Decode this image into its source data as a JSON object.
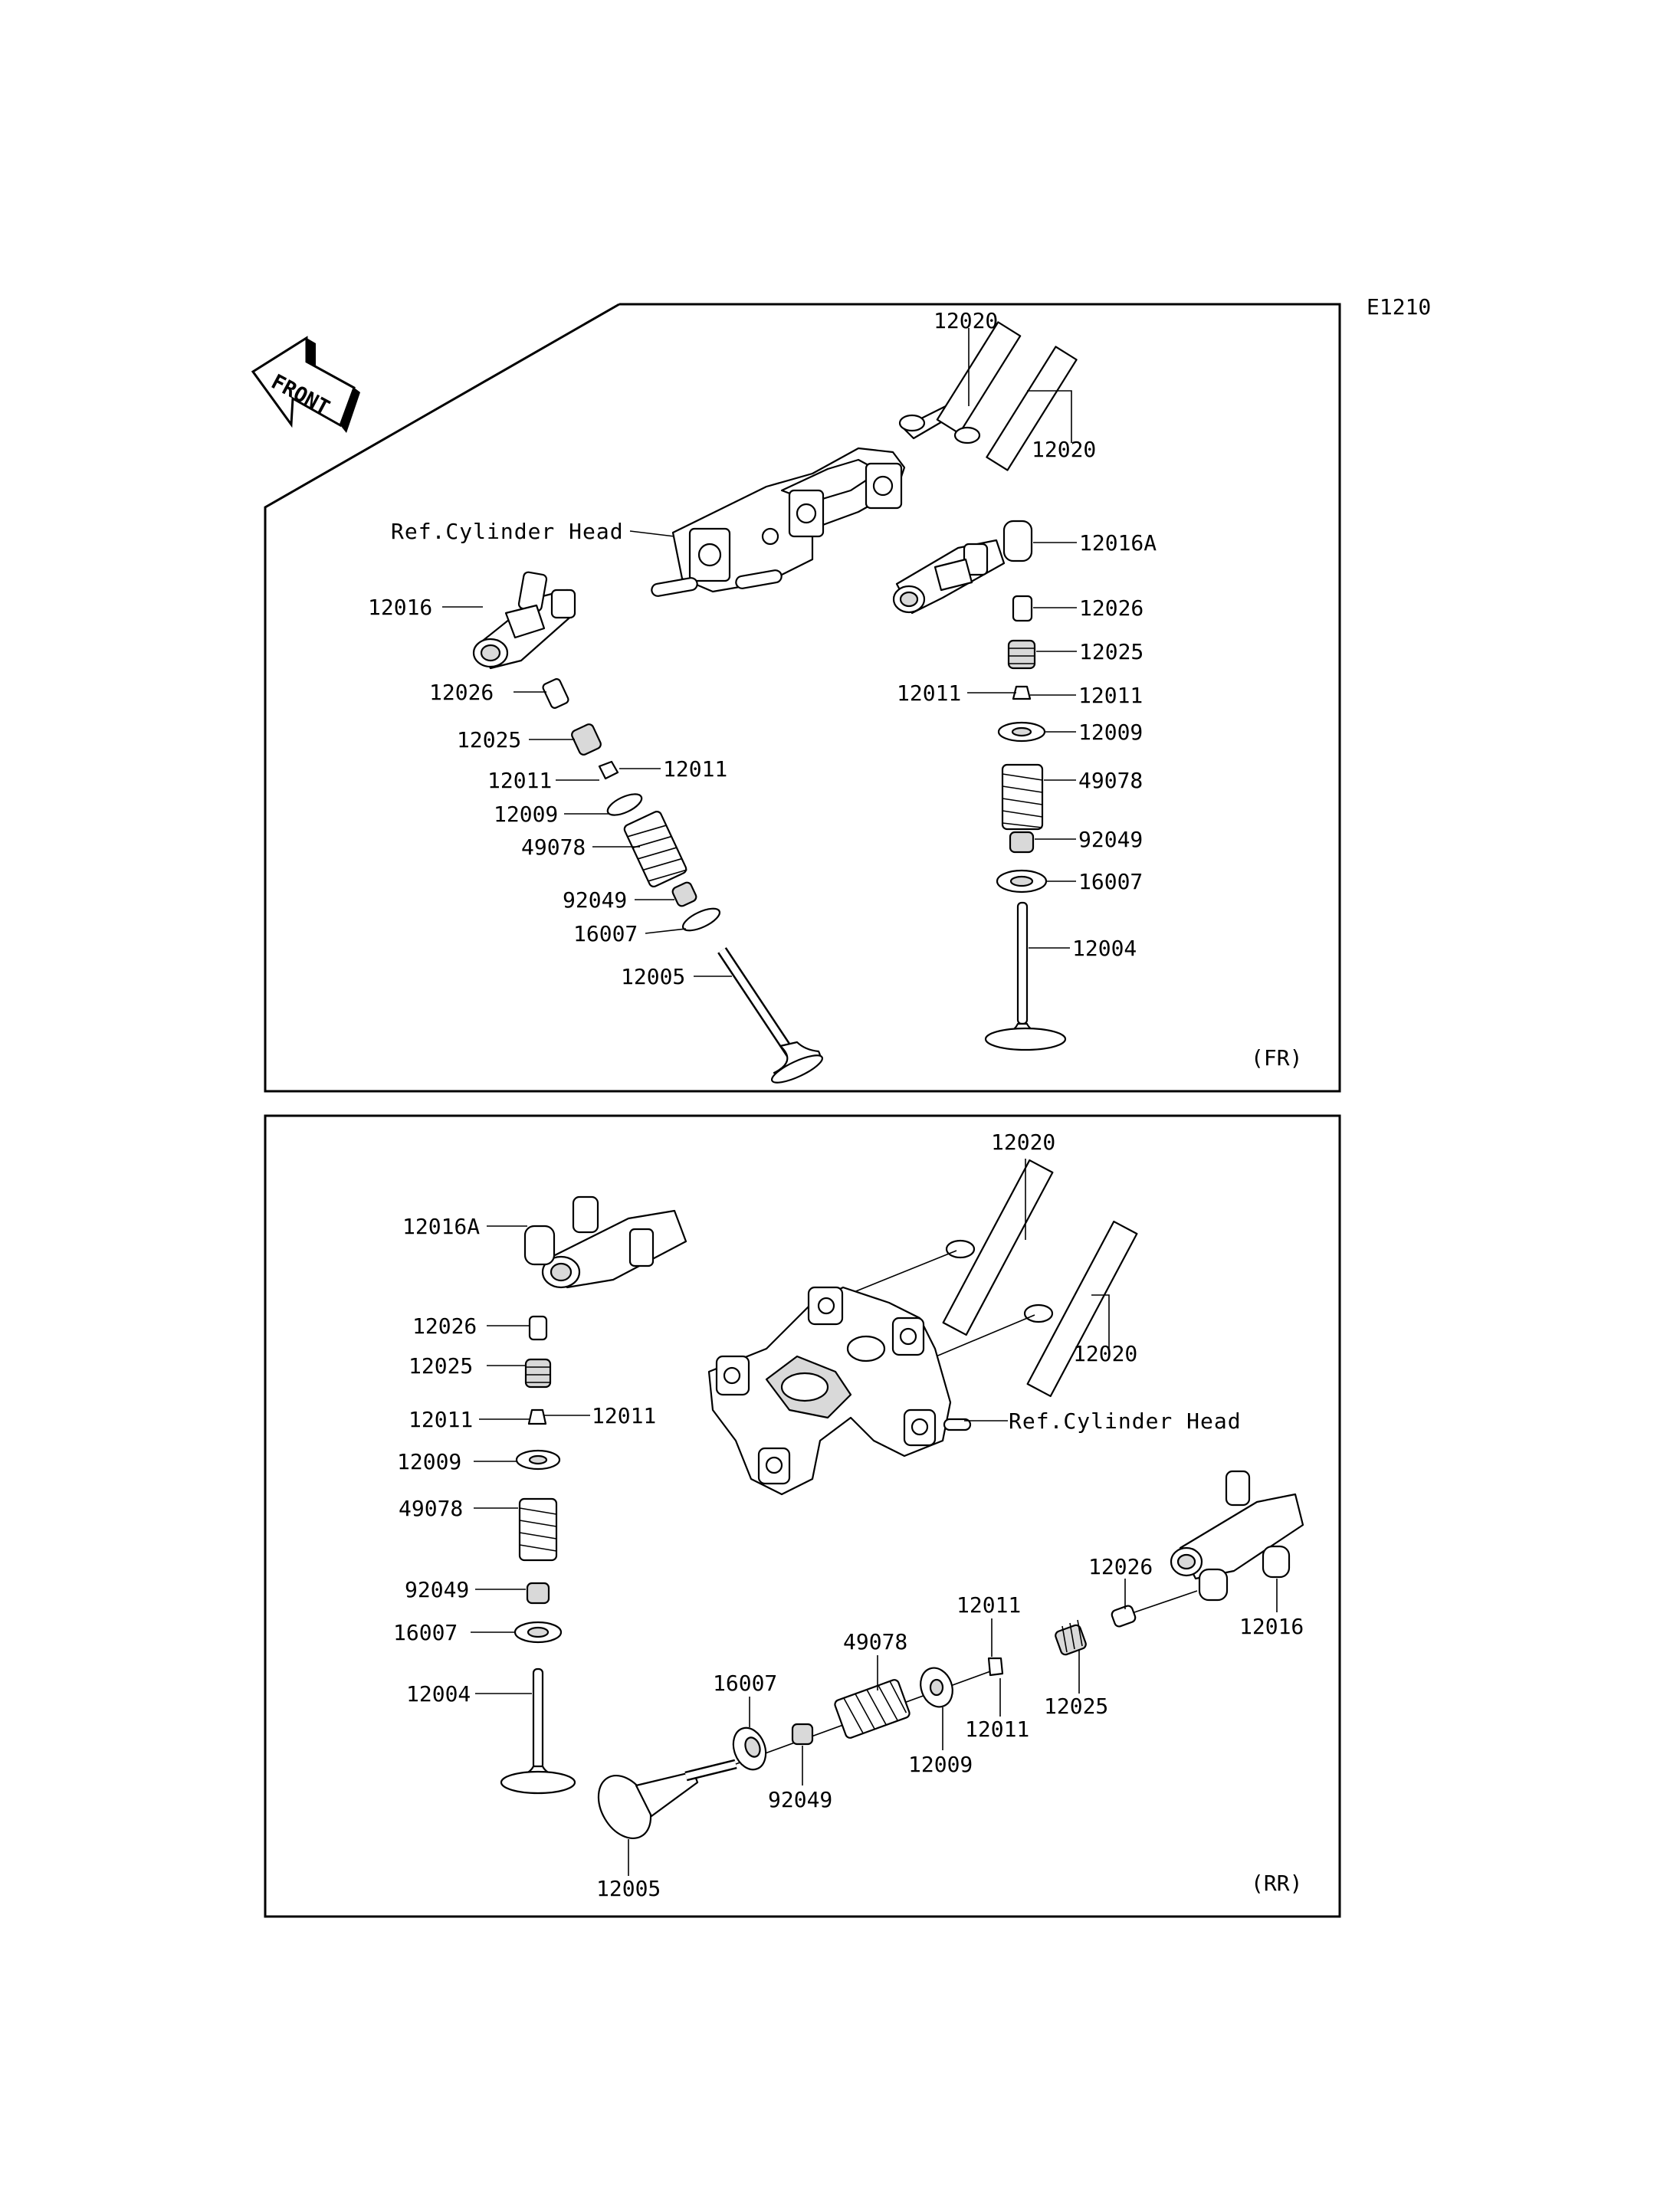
{
  "diagram_code": "E1210",
  "front_arrow": {
    "label": "FRONT",
    "icon": "front-arrow-icon"
  },
  "panels": [
    {
      "id": "fr",
      "tag": "(FR)",
      "labels": [
        "12020",
        "12020",
        "Ref.Cylinder Head",
        "12016A",
        "12016",
        "12026",
        "12026",
        "12025",
        "12025",
        "12011",
        "12011",
        "12011",
        "12011",
        "12009",
        "12009",
        "49078",
        "49078",
        "92049",
        "92049",
        "16007",
        "16007",
        "12005",
        "12004"
      ]
    },
    {
      "id": "rr",
      "tag": "(RR)",
      "labels": [
        "12020",
        "12020",
        "Ref.Cylinder Head",
        "12016A",
        "12026",
        "12025",
        "12011",
        "12011",
        "12009",
        "49078",
        "92049",
        "16007",
        "12004",
        "12026",
        "12016",
        "12011",
        "49078",
        "16007",
        "12011",
        "12025",
        "12009",
        "92049",
        "12005"
      ]
    }
  ]
}
